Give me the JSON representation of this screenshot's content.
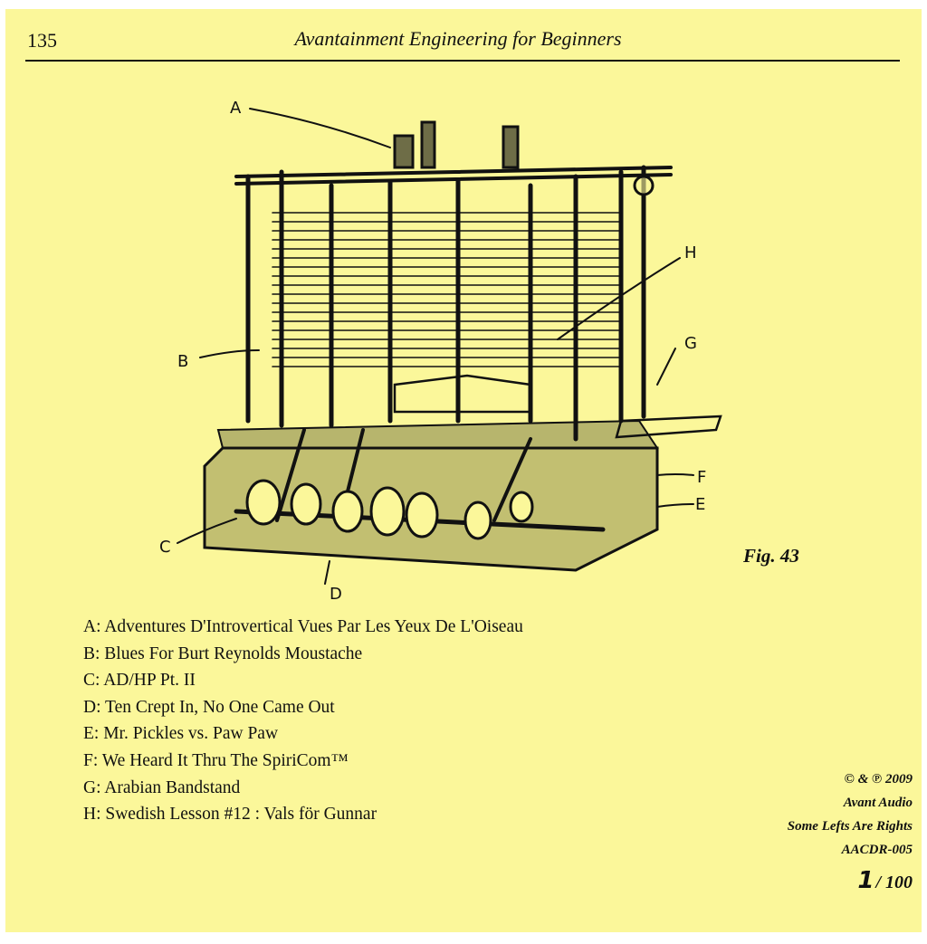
{
  "header": {
    "page_number": "135",
    "title": "Avantainment Engineering for Beginners"
  },
  "figure": {
    "caption": "Fig. 43",
    "callouts": [
      "A",
      "B",
      "C",
      "D",
      "E",
      "F",
      "G",
      "H"
    ],
    "colors": {
      "ink": "#111111",
      "paper": "#fbf79a"
    }
  },
  "tracklist": [
    "A: Adventures D'Introvertical Vues Par Les Yeux De L'Oiseau",
    "B: Blues For Burt Reynolds Moustache",
    "C: AD/HP Pt. II",
    "D: Ten Crept In, No One Came Out",
    "E: Mr. Pickles vs. Paw Paw",
    "F: We Heard It Thru The SpiriCom™",
    "G: Arabian Bandstand",
    "H: Swedish Lesson #12 : Vals för Gunnar"
  ],
  "credits": {
    "copyright": "© & ℗ 2009",
    "label": "Avant Audio",
    "motto": "Some Lefts Are Rights",
    "catalog": "AACDR-005"
  },
  "edition": {
    "number": "1",
    "total": "/ 100"
  }
}
